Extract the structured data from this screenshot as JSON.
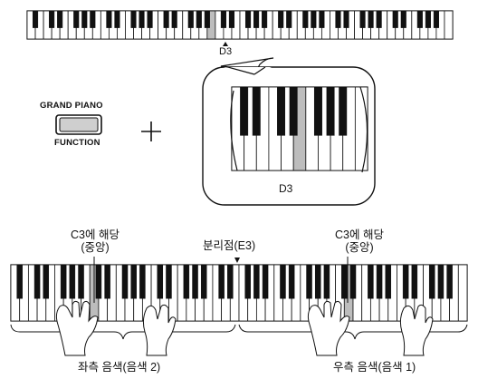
{
  "top_keyboard": {
    "marker_label": "D3"
  },
  "button": {
    "label_top": "GRAND PIANO",
    "label_bottom": "FUNCTION"
  },
  "plus_sign": "+",
  "zoom": {
    "key_label": "D3"
  },
  "bottom": {
    "left_note_line1": "C3에 해당",
    "left_note_line2": "(중앙)",
    "split_label": "분리점(E3)",
    "right_note_line1": "C3에 해당",
    "right_note_line2": "(중앙)",
    "left_part_label": "좌측 음색(음색 2)",
    "right_part_label": "우측 음색(음색 1)"
  },
  "colors": {
    "highlight_key": "#bdbdbd",
    "black_key": "#111111",
    "outline": "#111111"
  }
}
